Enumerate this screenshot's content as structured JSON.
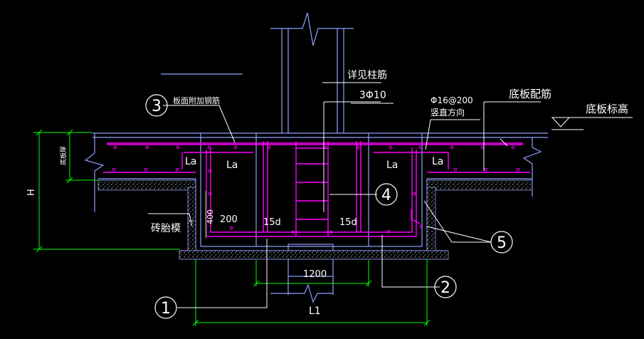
{
  "drawing": {
    "labels": {
      "column_rebar": "详见柱筋",
      "stirrup_spec": "3Φ10",
      "slab_top_bar": "板面附加钢筋",
      "bar_spec": "Φ16@200",
      "vertical_dir": "竖直方向",
      "bottom_rebar": "底板配筋",
      "bottom_elev": "底板标高",
      "brick_form": "砖胎模",
      "slab_thickness": "底板厚",
      "height": "H"
    },
    "anchor_la": "La",
    "hook_15d": "15d",
    "dim_200": "200",
    "dim_400": "400",
    "dim_1200": "1200",
    "dim_l1": "L1",
    "callouts": [
      "1",
      "2",
      "3",
      "4",
      "5"
    ]
  },
  "colors": {
    "background": "#000000",
    "outline": "#8f9fff",
    "rebar": "#ff00ff",
    "leader": "#ffffff",
    "dimension": "#00ff00",
    "label_text": "#ffffff"
  }
}
